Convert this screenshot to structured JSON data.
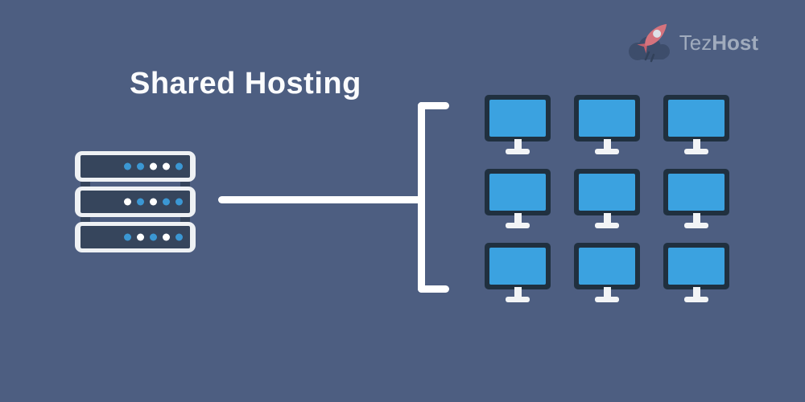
{
  "title": "Shared Hosting",
  "logo": {
    "icon": "rocket-cloud-icon",
    "brand_light": "Tez",
    "brand_bold": "Host"
  },
  "server": {
    "description": "shared-server-stack",
    "units": [
      {
        "dots": [
          "blue",
          "blue",
          "white",
          "white",
          "blue"
        ]
      },
      {
        "dots": [
          "white",
          "blue",
          "white",
          "blue",
          "blue"
        ]
      },
      {
        "dots": [
          "blue",
          "white",
          "blue",
          "white",
          "blue"
        ]
      }
    ]
  },
  "clients": {
    "icon": "monitor-icon",
    "rows": 3,
    "cols": 3,
    "count": 9
  },
  "colors": {
    "background": "#4d5e81",
    "line_white": "#ffffff",
    "title_text": "#fbfcfd",
    "server_frame": "#eef1f4",
    "server_panel": "#36455c",
    "dot_blue": "#3b97d3",
    "dot_white": "#ffffff",
    "monitor_bezel": "#20303f",
    "monitor_screen": "#3ba2e0",
    "stand_white": "#f2f4f6",
    "rocket_body": "#d5737d",
    "rocket_fin": "#c2606c",
    "cloud": "#3d4d6b",
    "brand_text": "#a0abbd"
  }
}
